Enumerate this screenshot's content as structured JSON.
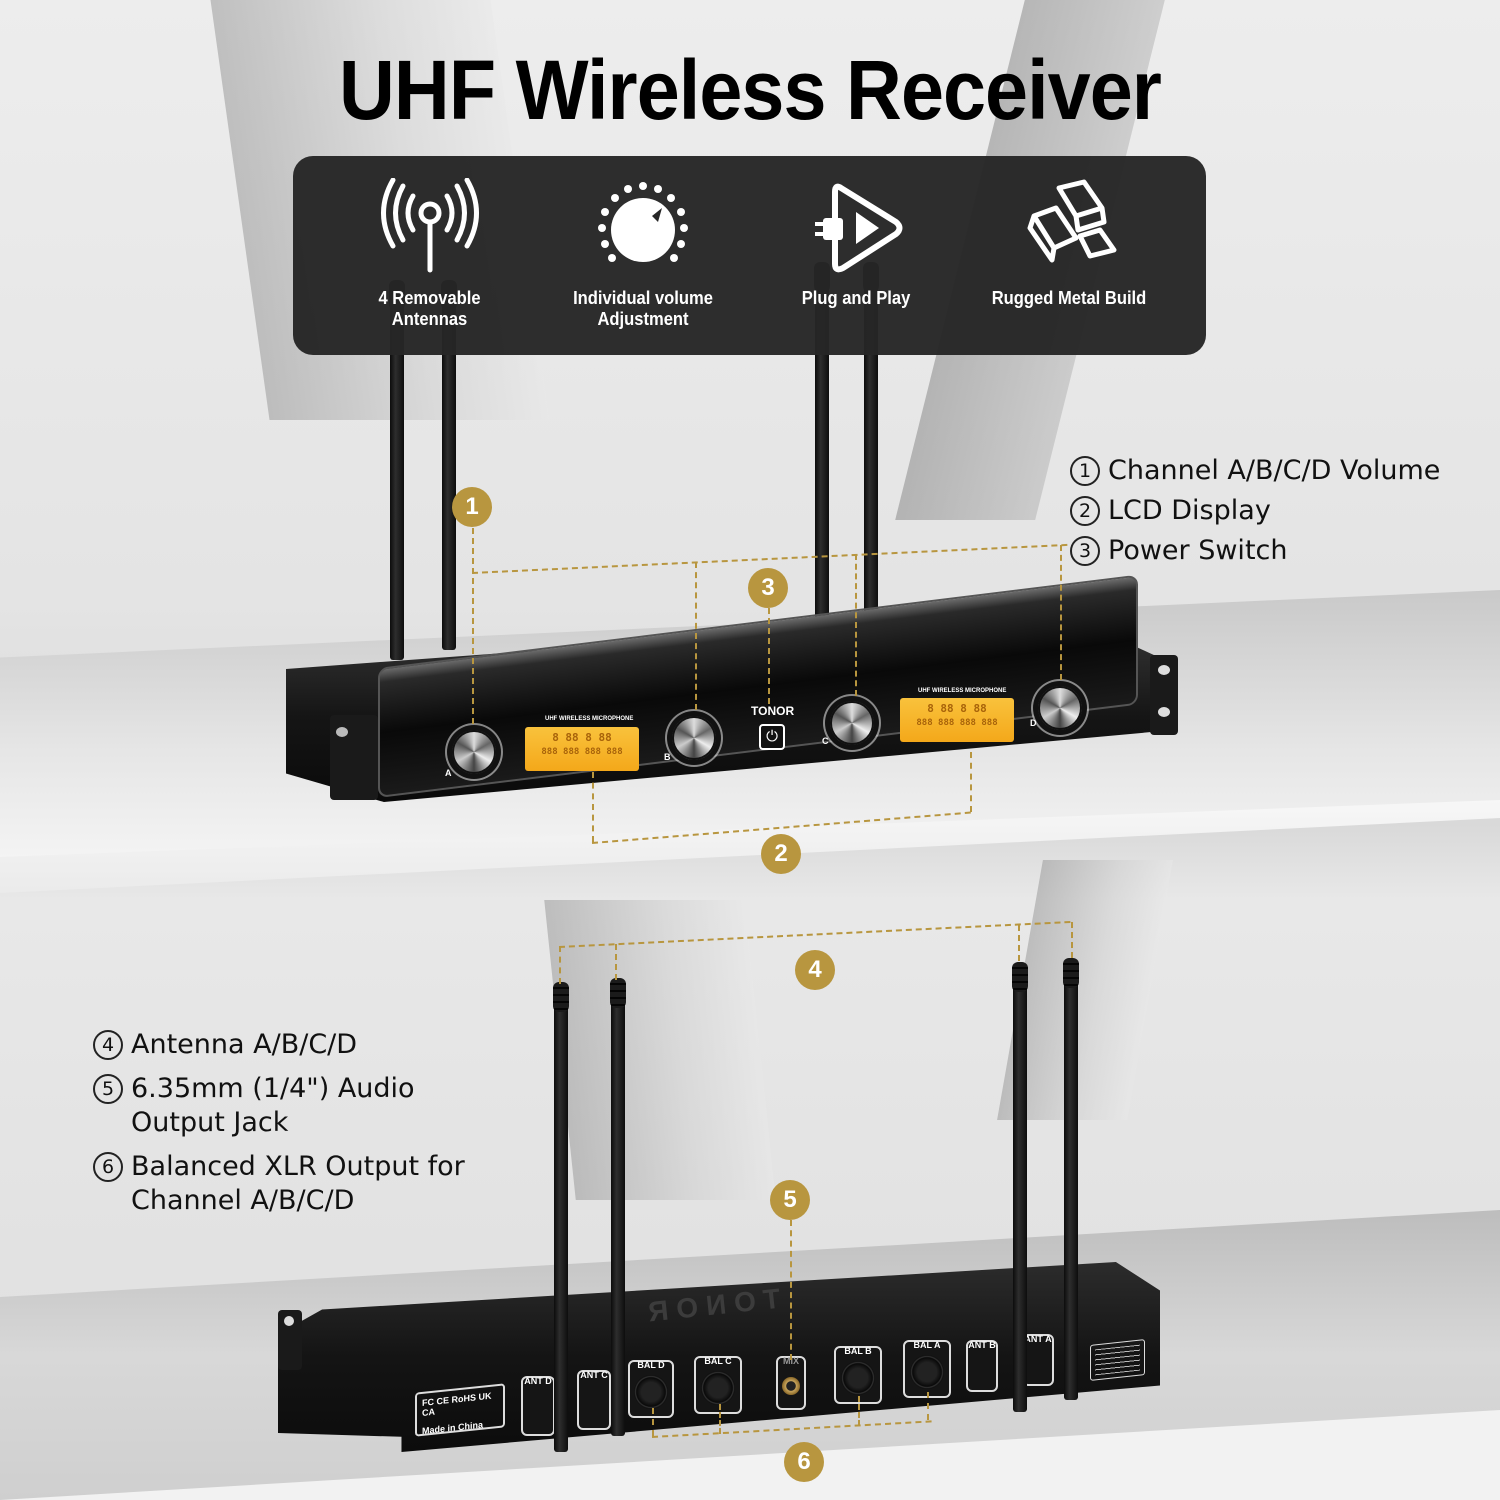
{
  "title": "UHF Wireless Receiver",
  "features": [
    {
      "icon": "antenna-signal-icon",
      "label": "4 Removable\nAntennas"
    },
    {
      "icon": "volume-knob-icon",
      "label": "Individual volume\nAdjustment"
    },
    {
      "icon": "plug-play-icon",
      "label": "Plug and Play"
    },
    {
      "icon": "metal-bars-icon",
      "label": "Rugged Metal Build"
    }
  ],
  "callouts_front": [
    {
      "num": "1",
      "symbol": "①",
      "text": "Channel A/B/C/D Volume"
    },
    {
      "num": "2",
      "symbol": "②",
      "text": "LCD Display"
    },
    {
      "num": "3",
      "symbol": "③",
      "text": "Power Switch"
    }
  ],
  "callouts_rear": [
    {
      "num": "4",
      "symbol": "④",
      "text": "Antenna A/B/C/D"
    },
    {
      "num": "5",
      "symbol": "⑤",
      "text": "6.35mm (1/4\") Audio\nOutput Jack"
    },
    {
      "num": "6",
      "symbol": "⑥",
      "text": "Balanced XLR Output for\nChannel A/B/C/D"
    }
  ],
  "front_panel": {
    "brand_top": "TONOR",
    "brand": "TONOR",
    "power_icon": "⏻",
    "lcd_caption": "UHF WIRELESS MICROPHONE",
    "lcd_line1": "8 88   8 88",
    "lcd_line2": "888 888 888 888",
    "knobs": [
      "A",
      "B",
      "C",
      "D"
    ]
  },
  "rear_panel": {
    "brand": "TONOR",
    "ports": [
      "ANT D",
      "ANT C",
      "BAL D",
      "BAL C",
      "MIX",
      "BAL B",
      "BAL A",
      "ANT B",
      "ANT A"
    ],
    "cert_marks": "FC  CE  RoHS  UK CA",
    "made_in": "Made in China"
  },
  "colors": {
    "accent_gold": "#b8963f",
    "panel_dark": "#262626",
    "lcd_amber": "#f4a81a"
  }
}
